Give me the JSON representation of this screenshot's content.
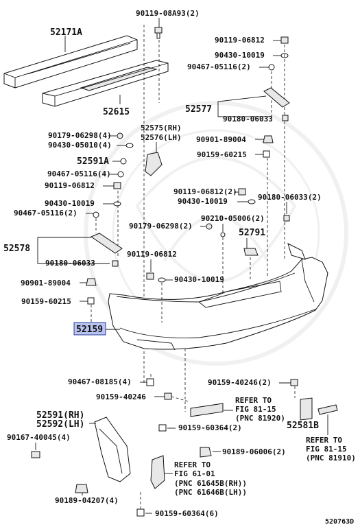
{
  "diagram": {
    "highlight_part": "52159",
    "highlight_color": "#b9c3ef",
    "labels": {
      "p52171a": "52171A",
      "p52615": "52615",
      "p90119_08a93": "90119-08A93(2)",
      "p90119_06812_top": "90119-06812",
      "p90430_10019_top": "90430-10019",
      "p90467_05116_top": "90467-05116(2)",
      "p52577": "52577",
      "p90180_06033_r": "90180-06033",
      "p90901_89004_r": "90901-89004",
      "p90159_60215_r": "90159-60215",
      "p52575": "52575(RH)",
      "p52576": "52576(LH)",
      "p90179_06298_a": "90179-06298(4)",
      "p90430_05010": "90430-05010(4)",
      "p52591a": "52591A",
      "p90467_05116_4": "90467-05116(4)",
      "p90119_06812_l": "90119-06812",
      "p90430_10019_l": "90430-10019",
      "p90467_05116_l2": "90467-05116(2)",
      "p90119_06812_m": "90119-06812(2)",
      "p90430_10019_m": "90430-10019",
      "p90180_06033_2": "90180-06033(2)",
      "p90210_05006": "90210-05006(2)",
      "p90179_06298_2": "90179-06298(2)",
      "p52791": "52791",
      "p52578": "52578",
      "p90180_06033_l": "90180-06033",
      "p90119_06812_c": "90119-06812",
      "p90430_10019_c": "90430-10019",
      "p90901_89004_l": "90901-89004",
      "p90159_60215_l": "90159-60215",
      "p52159": "52159",
      "p90467_08185": "90467-08185(4)",
      "p90159_40246_2": "90159-40246(2)",
      "p90159_40246": "90159-40246",
      "refer_to_1": "REFER TO",
      "fig_81_15_1": "FIG 81-15",
      "pnc_81920": "(PNC 81920)",
      "p52591": "52591(RH)",
      "p52592": "52592(LH)",
      "p90159_60364_2": "90159-60364(2)",
      "p52581b": "52581B",
      "refer_to_2": "REFER TO",
      "fig_81_15_2": "FIG 81-15",
      "pnc_81910": "(PNC 81910)",
      "p90167_40045": "90167-40045(4)",
      "p90189_06006": "90189-06006(2)",
      "refer_to_3": "REFER TO",
      "fig_61_01": "FIG 61-01",
      "pnc_61645b": "(PNC 61645B(RH))",
      "pnc_61646b": "(PNC 61646B(LH))",
      "p90189_04207": "90189-04207(4)",
      "p90159_60364_6": "90159-60364(6)",
      "drawing_no": "520763D"
    }
  }
}
